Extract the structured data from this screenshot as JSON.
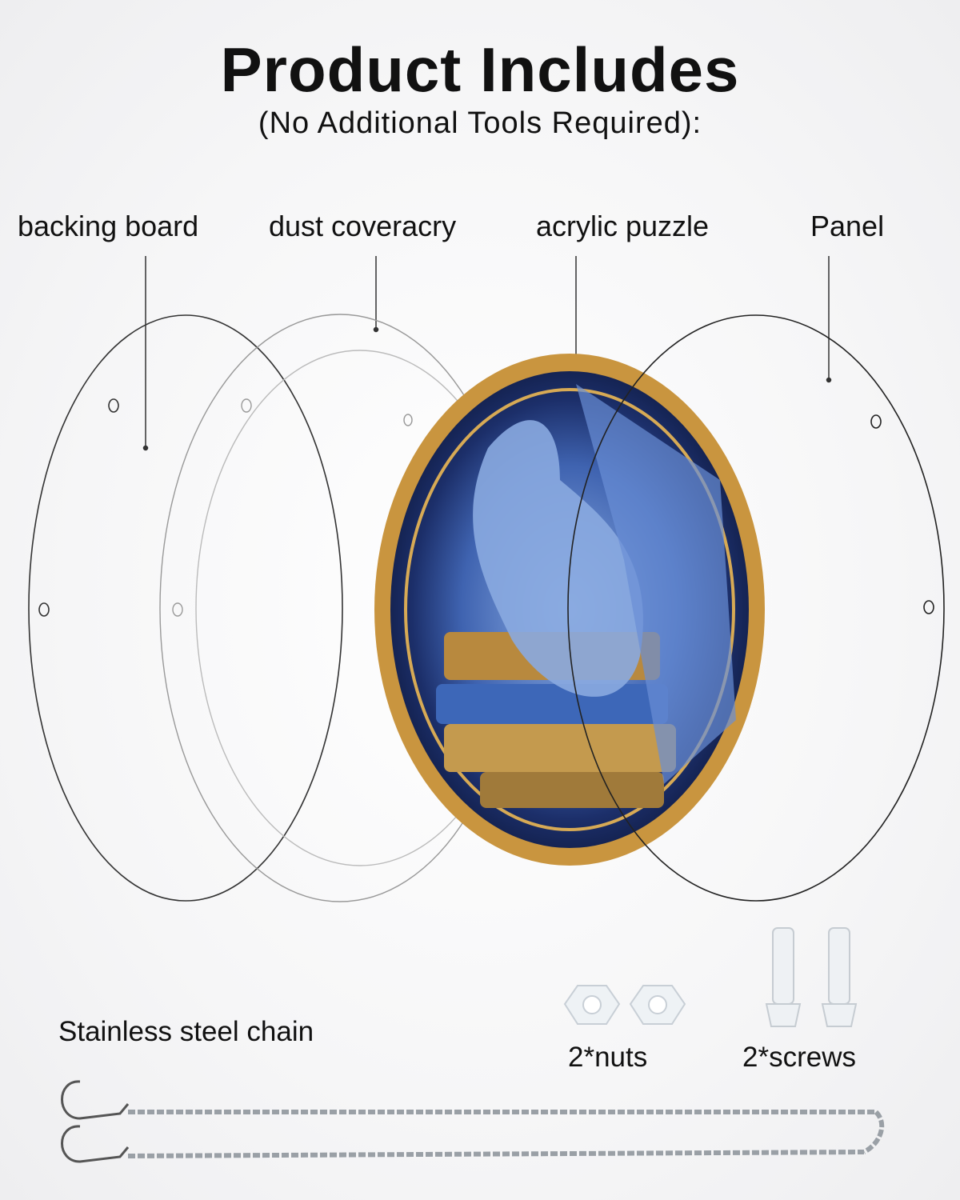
{
  "header": {
    "title": "Product Includes",
    "subtitle": "(No Additional Tools Required):"
  },
  "parts": [
    {
      "label": "backing board"
    },
    {
      "label": "dust coveracry"
    },
    {
      "label": "acrylic puzzle"
    },
    {
      "label": "Panel"
    }
  ],
  "accessories": {
    "chain_label": "Stainless steel chain",
    "nuts_label": "2*nuts",
    "screws_label": "2*screws"
  },
  "colors": {
    "puzzle_blue": "#2f4f9a",
    "puzzle_gold": "#c9953f",
    "outline": "#333333"
  }
}
